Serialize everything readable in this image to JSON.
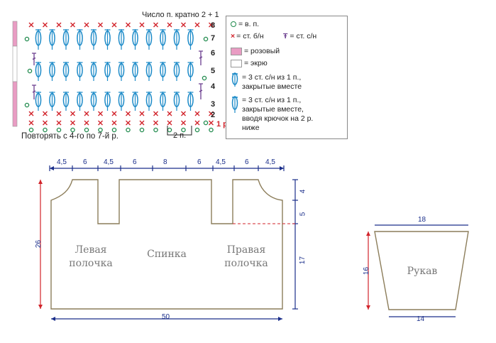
{
  "chart": {
    "header": "Число п. кратно 2 + 1",
    "repeat_note": "Повторять с 4-го по 7-й р.",
    "repeat_unit": "2 п.",
    "row_numbers": [
      "8",
      "7",
      "6",
      "5",
      "4",
      "3",
      "2"
    ],
    "row_one": "1 р."
  },
  "legend": {
    "ch": "= в. п.",
    "sc": "= ст. б/н",
    "dc": "= ст. с/н",
    "pink": "= розовый",
    "ecru": "= экрю",
    "cluster_1": "= 3 ст. с/н из 1 п.,",
    "cluster_2": "закрытые вместе",
    "spike_1": "= 3 ст. с/н из 1 п.,",
    "spike_2": "закрытые вместе,",
    "spike_3": "вводя крючок на 2 р.",
    "spike_4": "ниже"
  },
  "schema": {
    "top_dims": [
      "4,5",
      "6",
      "4,5",
      "6",
      "8",
      "6",
      "4,5",
      "6",
      "4,5"
    ],
    "right_dims": [
      "4",
      "5",
      "17"
    ],
    "left_dim": "26",
    "bottom_dim": "50",
    "left_front_1": "Левая",
    "left_front_2": "полочка",
    "back": "Спинка",
    "right_front_1": "Правая",
    "right_front_2": "полочка"
  },
  "sleeve": {
    "top": "18",
    "side": "16",
    "bottom": "14",
    "label": "Рукав"
  },
  "colors": {
    "pink": "#e99cc3",
    "blue": "#1b8ac8",
    "red": "#d1232a",
    "green": "#1f8a4c",
    "purple": "#6a3d8e",
    "dim": "#1a2e8a",
    "outline": "#8c7d5a"
  }
}
